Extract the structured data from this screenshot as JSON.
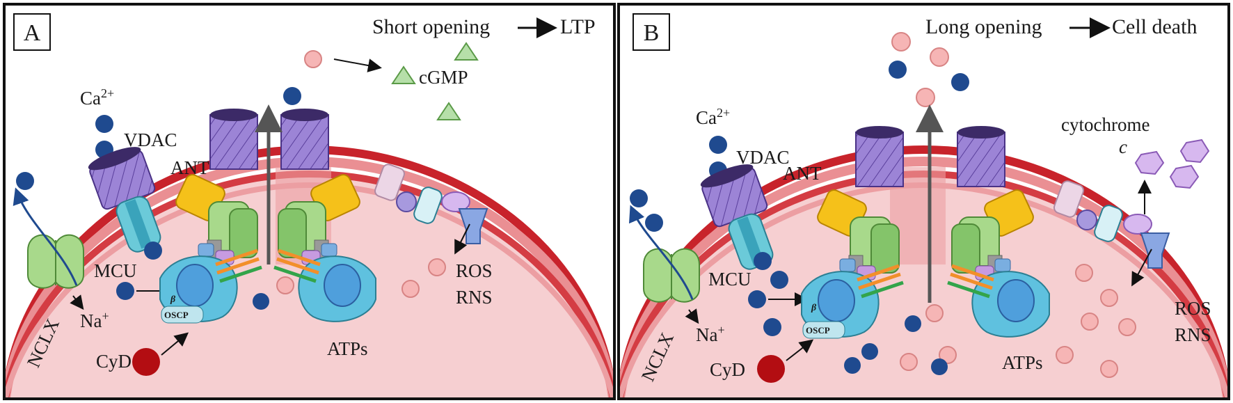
{
  "panel_a": {
    "letter": "A",
    "title_left": "Short opening",
    "title_right": "LTP",
    "labels": {
      "ca": "Ca",
      "ca_sup": "2+",
      "vdac": "VDAC",
      "ant": "ANT",
      "mcu": "MCU",
      "nclx": "NCLX",
      "na": "Na",
      "na_sup": "+",
      "cyd": "CyD",
      "atps": "ATPs",
      "cgmp": "cGMP",
      "ros": "ROS",
      "rns": "RNS",
      "beta": "β",
      "oscp": "OSCP"
    }
  },
  "panel_b": {
    "letter": "B",
    "title_left": "Long opening",
    "title_right": "Cell death",
    "labels": {
      "ca": "Ca",
      "ca_sup": "2+",
      "vdac": "VDAC",
      "ant": "ANT",
      "mcu": "MCU",
      "nclx": "NCLX",
      "na": "Na",
      "na_sup": "+",
      "cyd": "CyD",
      "atps": "ATPs",
      "cyto1": "cytochrome",
      "cyto2": "c",
      "ros": "ROS",
      "rns": "RNS",
      "beta": "β",
      "oscp": "OSCP"
    }
  },
  "colors": {
    "membrane_outer": "#c8232b",
    "membrane_band": "#e8858a",
    "matrix": "#f6cfd1",
    "calcium": "#1f4a8f",
    "ros": "#f6b5b5",
    "cgmp": "#b6dfa9",
    "cytochrome": "#d7b8ef",
    "cyd": "#b30d12",
    "vdac_ant": "#9c84d6",
    "atp_green": "#9bd27c",
    "atp_blue": "#5fc1df"
  }
}
